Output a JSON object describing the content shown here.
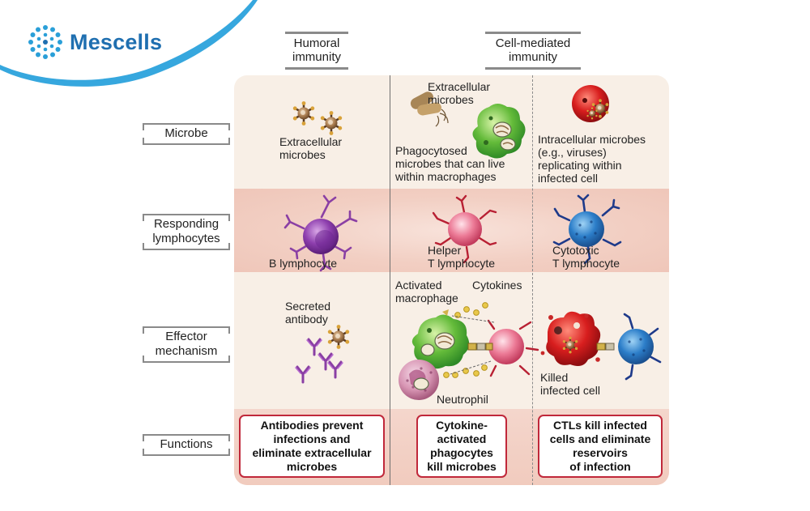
{
  "brand": {
    "name": "Mescells",
    "colors": {
      "primary": "#1f6fb0",
      "swoosh": "#36a7de"
    },
    "logo_icon": "dotted-ring-logo-icon"
  },
  "columns": {
    "humoral": {
      "lines": [
        "Humoral",
        "immunity"
      ]
    },
    "cell_mediated": {
      "lines": [
        "Cell-mediated",
        "immunity"
      ]
    }
  },
  "rows": {
    "microbe": {
      "lines": [
        "Microbe"
      ]
    },
    "responding": {
      "lines": [
        "Responding",
        "lymphocytes"
      ]
    },
    "effector": {
      "lines": [
        "Effector",
        "mechanism"
      ]
    },
    "functions": {
      "lines": [
        "Functions"
      ]
    }
  },
  "cells": {
    "humoral_microbe": {
      "lines": [
        "Extracellular",
        "microbes"
      ]
    },
    "macro_microbe_top": {
      "lines": [
        "Extracellular",
        "microbes"
      ]
    },
    "macro_microbe_bottom": {
      "lines": [
        "Phagocytosed",
        "microbes that can live",
        "within macrophages"
      ]
    },
    "intra_microbe": {
      "lines": [
        "Intracellular microbes",
        "(e.g., viruses)",
        "replicating within",
        "infected cell"
      ]
    },
    "b_lymph": {
      "lines": [
        "B lymphocyte"
      ]
    },
    "helper_t": {
      "lines": [
        "Helper",
        "T lymphocyte"
      ]
    },
    "cytotoxic_t": {
      "lines": [
        "Cytotoxic",
        "T lymphocyte"
      ]
    },
    "antibody": {
      "lines": [
        "Secreted",
        "antibody"
      ]
    },
    "activated_macrophage": {
      "lines": [
        "Activated",
        "macrophage"
      ]
    },
    "cytokines": {
      "lines": [
        "Cytokines"
      ]
    },
    "neutrophil": {
      "lines": [
        "Neutrophil"
      ]
    },
    "killed_cell": {
      "lines": [
        "Killed",
        "infected cell"
      ]
    }
  },
  "functions": {
    "humoral": {
      "lines": [
        "Antibodies prevent",
        "infections and",
        "eliminate extracellular",
        "microbes"
      ]
    },
    "phagocyte": {
      "lines": [
        "Cytokine-",
        "activated",
        "phagocytes",
        "kill microbes"
      ]
    },
    "ctl": {
      "lines": [
        "CTLs kill infected",
        "cells and eliminate",
        "reservoirs",
        "of infection"
      ]
    }
  },
  "colors": {
    "panel_bg": "#f8efe6",
    "band_pink": "#f1cbbe",
    "function_border": "#c0283a"
  }
}
